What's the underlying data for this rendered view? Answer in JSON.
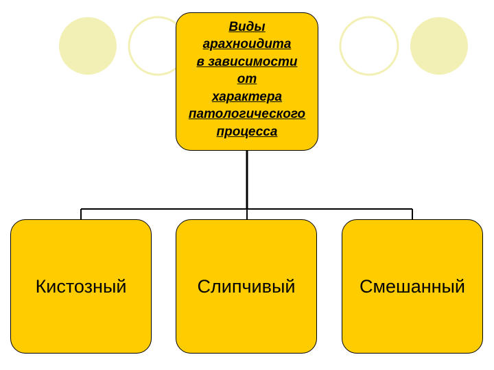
{
  "colors": {
    "box_fill": "#FFCC00",
    "box_border": "#000000",
    "circle_fill": "#F2F0B4",
    "circle_stroke": "#F2F0B4",
    "connector": "#000000"
  },
  "root": {
    "label": "Виды\nарахноидита\nв зависимости\nот\nхарактера\nпатологического\nпроцесса"
  },
  "children": [
    {
      "label": "Кистозный"
    },
    {
      "label": "Слипчивый"
    },
    {
      "label": "Смешанный"
    }
  ]
}
